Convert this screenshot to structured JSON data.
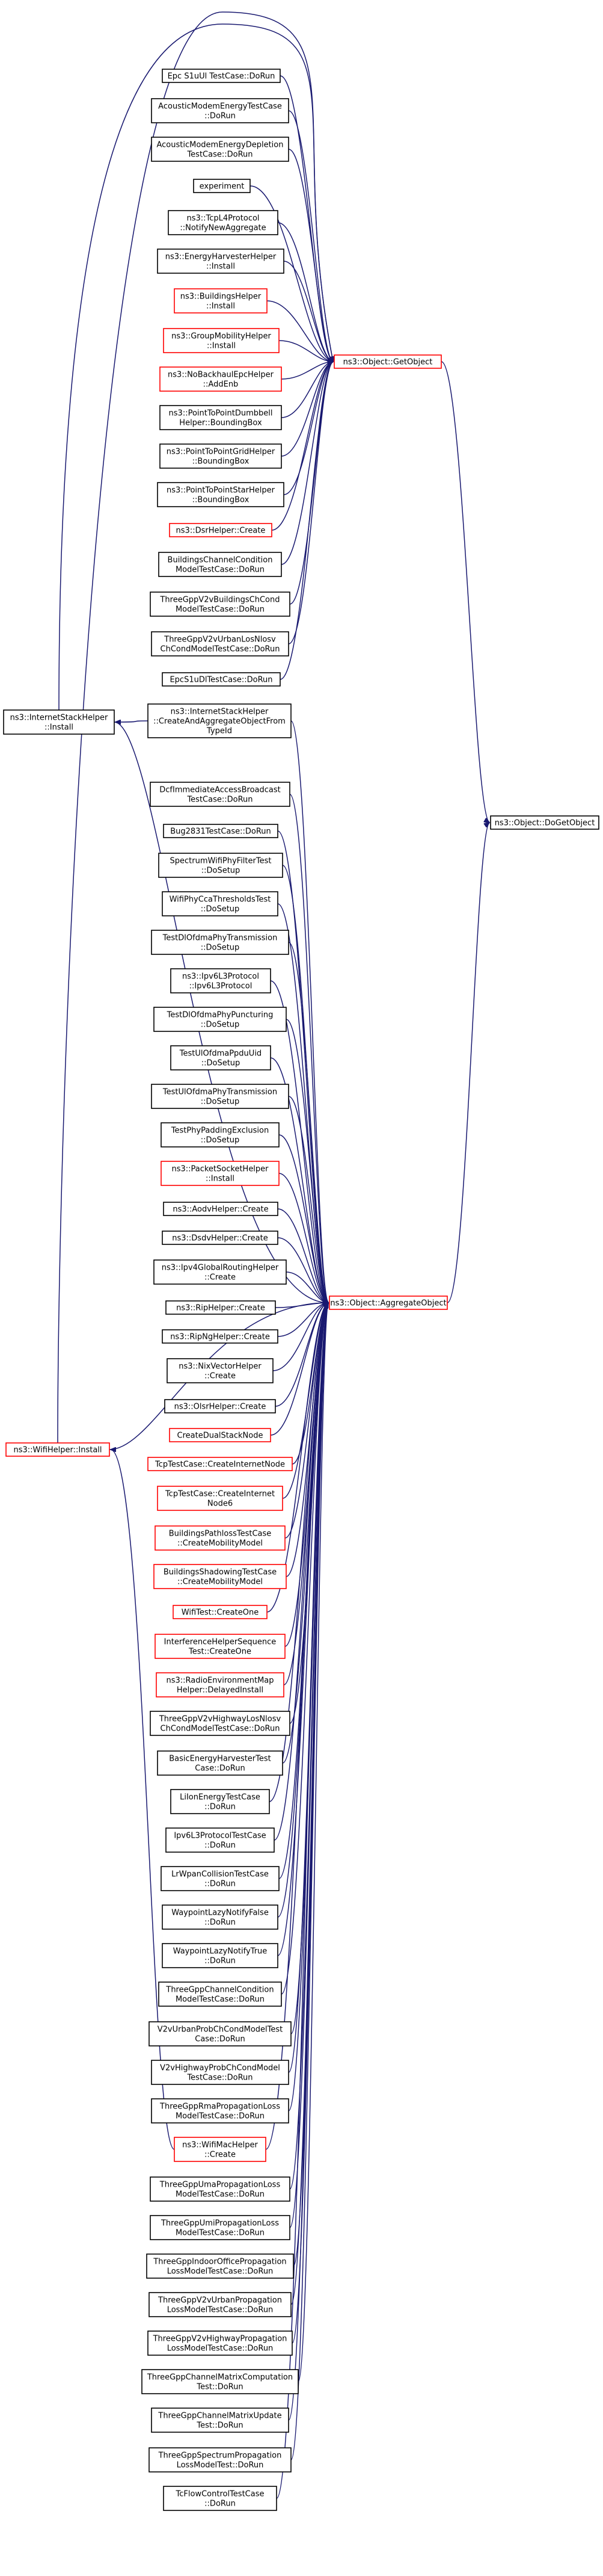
{
  "graph_title": "",
  "colors": {
    "edge": "#191970",
    "normal_border": "#000000",
    "highlight_border": "#ff0000",
    "focus_fill": "#bfbfbf",
    "node_fill": "#ffffff"
  },
  "nodes": [
    {
      "id": "dogetobject",
      "lines": [
        "ns3::Object::DoGetObject"
      ],
      "style": "focus"
    },
    {
      "id": "getobject",
      "lines": [
        "ns3::Object::GetObject"
      ],
      "style": "red"
    },
    {
      "id": "aggregate",
      "lines": [
        "ns3::Object::AggregateObject"
      ],
      "style": "red"
    },
    {
      "id": "internetstack",
      "lines": [
        "ns3::InternetStackHelper",
        "::Install"
      ],
      "style": "black"
    },
    {
      "id": "wifihelper",
      "lines": [
        "ns3::WifiHelper::Install"
      ],
      "style": "red"
    },
    {
      "id": "g1",
      "lines": [
        "Epc S1uUl TestCase::DoRun"
      ],
      "style": "black"
    },
    {
      "id": "g2",
      "lines": [
        "AcousticModemEnergyTestCase",
        "::DoRun"
      ],
      "style": "black"
    },
    {
      "id": "g3",
      "lines": [
        "AcousticModemEnergyDepletion",
        "TestCase::DoRun"
      ],
      "style": "black"
    },
    {
      "id": "g4",
      "lines": [
        "experiment"
      ],
      "style": "black"
    },
    {
      "id": "g5",
      "lines": [
        "ns3::TcpL4Protocol",
        "::NotifyNewAggregate"
      ],
      "style": "black"
    },
    {
      "id": "g6",
      "lines": [
        "ns3::EnergyHarvesterHelper",
        "::Install"
      ],
      "style": "black"
    },
    {
      "id": "g7",
      "lines": [
        "ns3::BuildingsHelper",
        "::Install"
      ],
      "style": "red"
    },
    {
      "id": "g8",
      "lines": [
        "ns3::GroupMobilityHelper",
        "::Install"
      ],
      "style": "red"
    },
    {
      "id": "g9",
      "lines": [
        "ns3::NoBackhaulEpcHelper",
        "::AddEnb"
      ],
      "style": "red"
    },
    {
      "id": "g10",
      "lines": [
        "ns3::PointToPointDumbbell",
        "Helper::BoundingBox"
      ],
      "style": "black"
    },
    {
      "id": "g11",
      "lines": [
        "ns3::PointToPointGridHelper",
        "::BoundingBox"
      ],
      "style": "black"
    },
    {
      "id": "g12",
      "lines": [
        "ns3::PointToPointStarHelper",
        "::BoundingBox"
      ],
      "style": "black"
    },
    {
      "id": "g13",
      "lines": [
        "ns3::DsrHelper::Create"
      ],
      "style": "red"
    },
    {
      "id": "g14",
      "lines": [
        "BuildingsChannelCondition",
        "ModelTestCase::DoRun"
      ],
      "style": "black"
    },
    {
      "id": "g15",
      "lines": [
        "ThreeGppV2vBuildingsChCond",
        "ModelTestCase::DoRun"
      ],
      "style": "black"
    },
    {
      "id": "g16",
      "lines": [
        "ThreeGppV2vUrbanLosNlosv",
        "ChCondModelTestCase::DoRun"
      ],
      "style": "black"
    },
    {
      "id": "g17",
      "lines": [
        "EpcS1uDlTestCase::DoRun"
      ],
      "style": "black"
    },
    {
      "id": "g18",
      "lines": [
        "ns3::InternetStackHelper",
        "::CreateAndAggregateObjectFrom",
        "TypeId"
      ],
      "style": "black"
    },
    {
      "id": "a1",
      "lines": [
        "DcfImmediateAccessBroadcast",
        "TestCase::DoRun"
      ],
      "style": "black"
    },
    {
      "id": "a2",
      "lines": [
        "Bug2831TestCase::DoRun"
      ],
      "style": "black"
    },
    {
      "id": "a3",
      "lines": [
        "SpectrumWifiPhyFilterTest",
        "::DoSetup"
      ],
      "style": "black"
    },
    {
      "id": "a4",
      "lines": [
        "WifiPhyCcaThresholdsTest",
        "::DoSetup"
      ],
      "style": "black"
    },
    {
      "id": "a5",
      "lines": [
        "TestDlOfdmaPhyTransmission",
        "::DoSetup"
      ],
      "style": "black"
    },
    {
      "id": "a6",
      "lines": [
        "ns3::Ipv6L3Protocol",
        "::Ipv6L3Protocol"
      ],
      "style": "black"
    },
    {
      "id": "a7",
      "lines": [
        "TestDlOfdmaPhyPuncturing",
        "::DoSetup"
      ],
      "style": "black"
    },
    {
      "id": "a8",
      "lines": [
        "TestUlOfdmaPpduUid",
        "::DoSetup"
      ],
      "style": "black"
    },
    {
      "id": "a9",
      "lines": [
        "TestUlOfdmaPhyTransmission",
        "::DoSetup"
      ],
      "style": "black"
    },
    {
      "id": "a10",
      "lines": [
        "TestPhyPaddingExclusion",
        "::DoSetup"
      ],
      "style": "black"
    },
    {
      "id": "a11",
      "lines": [
        "ns3::PacketSocketHelper",
        "::Install"
      ],
      "style": "red"
    },
    {
      "id": "a12",
      "lines": [
        "ns3::AodvHelper::Create"
      ],
      "style": "black"
    },
    {
      "id": "a13",
      "lines": [
        "ns3::DsdvHelper::Create"
      ],
      "style": "black"
    },
    {
      "id": "a14",
      "lines": [
        "ns3::Ipv4GlobalRoutingHelper",
        "::Create"
      ],
      "style": "black"
    },
    {
      "id": "a15",
      "lines": [
        "ns3::RipHelper::Create"
      ],
      "style": "black"
    },
    {
      "id": "a16",
      "lines": [
        "ns3::RipNgHelper::Create"
      ],
      "style": "black"
    },
    {
      "id": "a17",
      "lines": [
        "ns3::NixVectorHelper",
        "::Create"
      ],
      "style": "black"
    },
    {
      "id": "a18",
      "lines": [
        "ns3::OlsrHelper::Create"
      ],
      "style": "black"
    },
    {
      "id": "a19",
      "lines": [
        "CreateDualStackNode"
      ],
      "style": "red"
    },
    {
      "id": "a20",
      "lines": [
        "TcpTestCase::CreateInternetNode"
      ],
      "style": "red"
    },
    {
      "id": "a21",
      "lines": [
        "TcpTestCase::CreateInternet",
        "Node6"
      ],
      "style": "red"
    },
    {
      "id": "a22",
      "lines": [
        "BuildingsPathlossTestCase",
        "::CreateMobilityModel"
      ],
      "style": "red"
    },
    {
      "id": "a23",
      "lines": [
        "BuildingsShadowingTestCase",
        "::CreateMobilityModel"
      ],
      "style": "red"
    },
    {
      "id": "a24",
      "lines": [
        "WifiTest::CreateOne"
      ],
      "style": "red"
    },
    {
      "id": "a25",
      "lines": [
        "InterferenceHelperSequence",
        "Test::CreateOne"
      ],
      "style": "red"
    },
    {
      "id": "a26",
      "lines": [
        "ns3::RadioEnvironmentMap",
        "Helper::DelayedInstall"
      ],
      "style": "red"
    },
    {
      "id": "a27",
      "lines": [
        "ThreeGppV2vHighwayLosNlosv",
        "ChCondModelTestCase::DoRun"
      ],
      "style": "black"
    },
    {
      "id": "a28",
      "lines": [
        "BasicEnergyHarvesterTest",
        "Case::DoRun"
      ],
      "style": "black"
    },
    {
      "id": "a29",
      "lines": [
        "LiIonEnergyTestCase",
        "::DoRun"
      ],
      "style": "black"
    },
    {
      "id": "a30",
      "lines": [
        "Ipv6L3ProtocolTestCase",
        "::DoRun"
      ],
      "style": "black"
    },
    {
      "id": "a31",
      "lines": [
        "LrWpanCollisionTestCase",
        "::DoRun"
      ],
      "style": "black"
    },
    {
      "id": "a32",
      "lines": [
        "WaypointLazyNotifyFalse",
        "::DoRun"
      ],
      "style": "black"
    },
    {
      "id": "a33",
      "lines": [
        "WaypointLazyNotifyTrue",
        "::DoRun"
      ],
      "style": "black"
    },
    {
      "id": "a34",
      "lines": [
        "ThreeGppChannelCondition",
        "ModelTestCase::DoRun"
      ],
      "style": "black"
    },
    {
      "id": "a35",
      "lines": [
        "V2vUrbanProbChCondModelTest",
        "Case::DoRun"
      ],
      "style": "black"
    },
    {
      "id": "a36",
      "lines": [
        "V2vHighwayProbChCondModel",
        "TestCase::DoRun"
      ],
      "style": "black"
    },
    {
      "id": "a37",
      "lines": [
        "ThreeGppRmaPropagationLoss",
        "ModelTestCase::DoRun"
      ],
      "style": "black"
    },
    {
      "id": "a38",
      "lines": [
        "ns3::WifiMacHelper",
        "::Create"
      ],
      "style": "red"
    },
    {
      "id": "a39",
      "lines": [
        "ThreeGppUmaPropagationLoss",
        "ModelTestCase::DoRun"
      ],
      "style": "black"
    },
    {
      "id": "a40",
      "lines": [
        "ThreeGppUmiPropagationLoss",
        "ModelTestCase::DoRun"
      ],
      "style": "black"
    },
    {
      "id": "a41",
      "lines": [
        "ThreeGppIndoorOfficePropagation",
        "LossModelTestCase::DoRun"
      ],
      "style": "black"
    },
    {
      "id": "a42",
      "lines": [
        "ThreeGppV2vUrbanPropagation",
        "LossModelTestCase::DoRun"
      ],
      "style": "black"
    },
    {
      "id": "a43",
      "lines": [
        "ThreeGppV2vHighwayPropagation",
        "LossModelTestCase::DoRun"
      ],
      "style": "black"
    },
    {
      "id": "a44",
      "lines": [
        "ThreeGppChannelMatrixComputation",
        "Test::DoRun"
      ],
      "style": "black"
    },
    {
      "id": "a45",
      "lines": [
        "ThreeGppChannelMatrixUpdate",
        "Test::DoRun"
      ],
      "style": "black"
    },
    {
      "id": "a46",
      "lines": [
        "ThreeGppSpectrumPropagation",
        "LossModelTest::DoRun"
      ],
      "style": "black"
    },
    {
      "id": "a47",
      "lines": [
        "TcFlowControlTestCase",
        "::DoRun"
      ],
      "style": "black"
    }
  ],
  "edges": [
    [
      "getobject",
      "dogetobject"
    ],
    [
      "aggregate",
      "dogetobject"
    ],
    [
      "internetstack",
      "getobject"
    ],
    [
      "internetstack",
      "aggregate"
    ],
    [
      "wifihelper",
      "getobject"
    ],
    [
      "wifihelper",
      "aggregate"
    ],
    [
      "g1",
      "getobject"
    ],
    [
      "g2",
      "getobject"
    ],
    [
      "g3",
      "getobject"
    ],
    [
      "g4",
      "getobject"
    ],
    [
      "g5",
      "getobject"
    ],
    [
      "g6",
      "getobject"
    ],
    [
      "g7",
      "getobject"
    ],
    [
      "g8",
      "getobject"
    ],
    [
      "g9",
      "getobject"
    ],
    [
      "g10",
      "getobject"
    ],
    [
      "g11",
      "getobject"
    ],
    [
      "g12",
      "getobject"
    ],
    [
      "g13",
      "getobject"
    ],
    [
      "g14",
      "getobject"
    ],
    [
      "g15",
      "getobject"
    ],
    [
      "g16",
      "getobject"
    ],
    [
      "g17",
      "getobject"
    ],
    [
      "g18",
      "aggregate"
    ],
    [
      "a1",
      "aggregate"
    ],
    [
      "a2",
      "aggregate"
    ],
    [
      "a3",
      "aggregate"
    ],
    [
      "a4",
      "aggregate"
    ],
    [
      "a5",
      "aggregate"
    ],
    [
      "a6",
      "aggregate"
    ],
    [
      "a7",
      "aggregate"
    ],
    [
      "a8",
      "aggregate"
    ],
    [
      "a9",
      "aggregate"
    ],
    [
      "a10",
      "aggregate"
    ],
    [
      "a11",
      "aggregate"
    ],
    [
      "a12",
      "aggregate"
    ],
    [
      "a13",
      "aggregate"
    ],
    [
      "a14",
      "aggregate"
    ],
    [
      "a15",
      "aggregate"
    ],
    [
      "a16",
      "aggregate"
    ],
    [
      "a17",
      "aggregate"
    ],
    [
      "a18",
      "aggregate"
    ],
    [
      "a19",
      "aggregate"
    ],
    [
      "a20",
      "aggregate"
    ],
    [
      "a21",
      "aggregate"
    ],
    [
      "a22",
      "aggregate"
    ],
    [
      "a23",
      "aggregate"
    ],
    [
      "a24",
      "aggregate"
    ],
    [
      "a25",
      "aggregate"
    ],
    [
      "a26",
      "aggregate"
    ],
    [
      "a27",
      "aggregate"
    ],
    [
      "a28",
      "aggregate"
    ],
    [
      "a29",
      "aggregate"
    ],
    [
      "a30",
      "aggregate"
    ],
    [
      "a31",
      "aggregate"
    ],
    [
      "a32",
      "aggregate"
    ],
    [
      "a33",
      "aggregate"
    ],
    [
      "a34",
      "aggregate"
    ],
    [
      "a35",
      "aggregate"
    ],
    [
      "a36",
      "aggregate"
    ],
    [
      "a37",
      "aggregate"
    ],
    [
      "a38",
      "aggregate"
    ],
    [
      "a39",
      "aggregate"
    ],
    [
      "a40",
      "aggregate"
    ],
    [
      "a41",
      "aggregate"
    ],
    [
      "a42",
      "aggregate"
    ],
    [
      "a43",
      "aggregate"
    ],
    [
      "a44",
      "aggregate"
    ],
    [
      "a45",
      "aggregate"
    ],
    [
      "a46",
      "aggregate"
    ],
    [
      "a47",
      "aggregate"
    ],
    [
      "g18",
      "internetstack"
    ],
    [
      "a38",
      "wifihelper"
    ]
  ]
}
